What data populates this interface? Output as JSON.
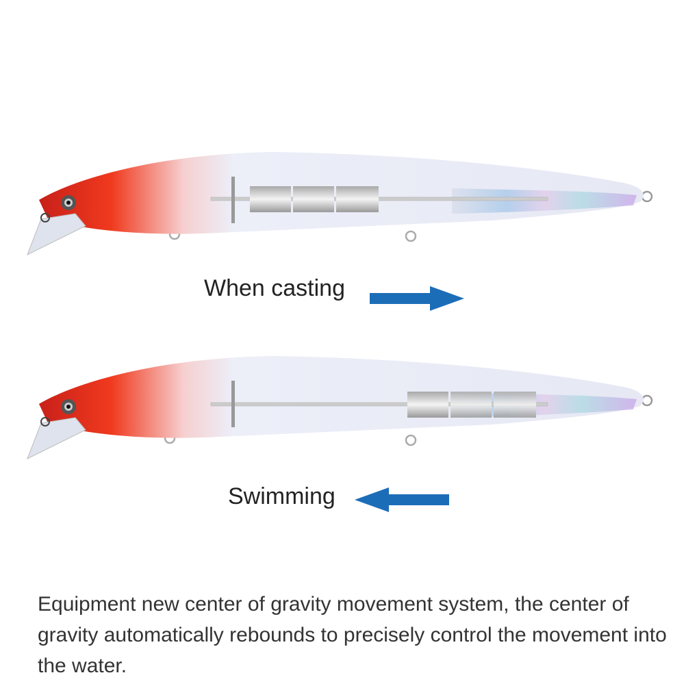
{
  "casting": {
    "label": "When casting",
    "arrow_direction": "right",
    "weight_position": "front"
  },
  "swimming": {
    "label": "Swimming",
    "arrow_direction": "left",
    "weight_position": "rear"
  },
  "description": "Equipment new center of gravity movement system, the center of gravity automatically rebounds to precisely control the movement into the water.",
  "colors": {
    "arrow": "#1c6db8",
    "head": "#f03a1e",
    "body": "#eceef8"
  }
}
